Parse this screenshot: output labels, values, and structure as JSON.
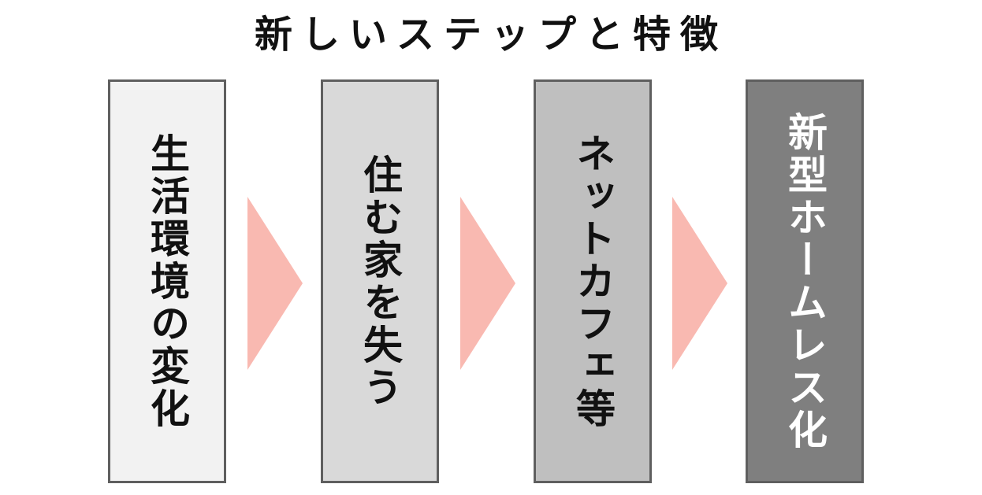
{
  "title": "新しいステップと特徴",
  "steps": [
    {
      "label": "生活環境の変化",
      "bg": "#f2f2f2",
      "text_color": "#111111"
    },
    {
      "label": "住む家を失う",
      "bg": "#d9d9d9",
      "text_color": "#111111"
    },
    {
      "label": "ネットカフェ等",
      "bg": "#bfbfbf",
      "text_color": "#111111"
    },
    {
      "label": "新型ホームレス化",
      "bg": "#7f7f7f",
      "text_color": "#ffffff"
    }
  ],
  "arrow_color": "#f9b9b1",
  "border_color": "#5f5f5f"
}
